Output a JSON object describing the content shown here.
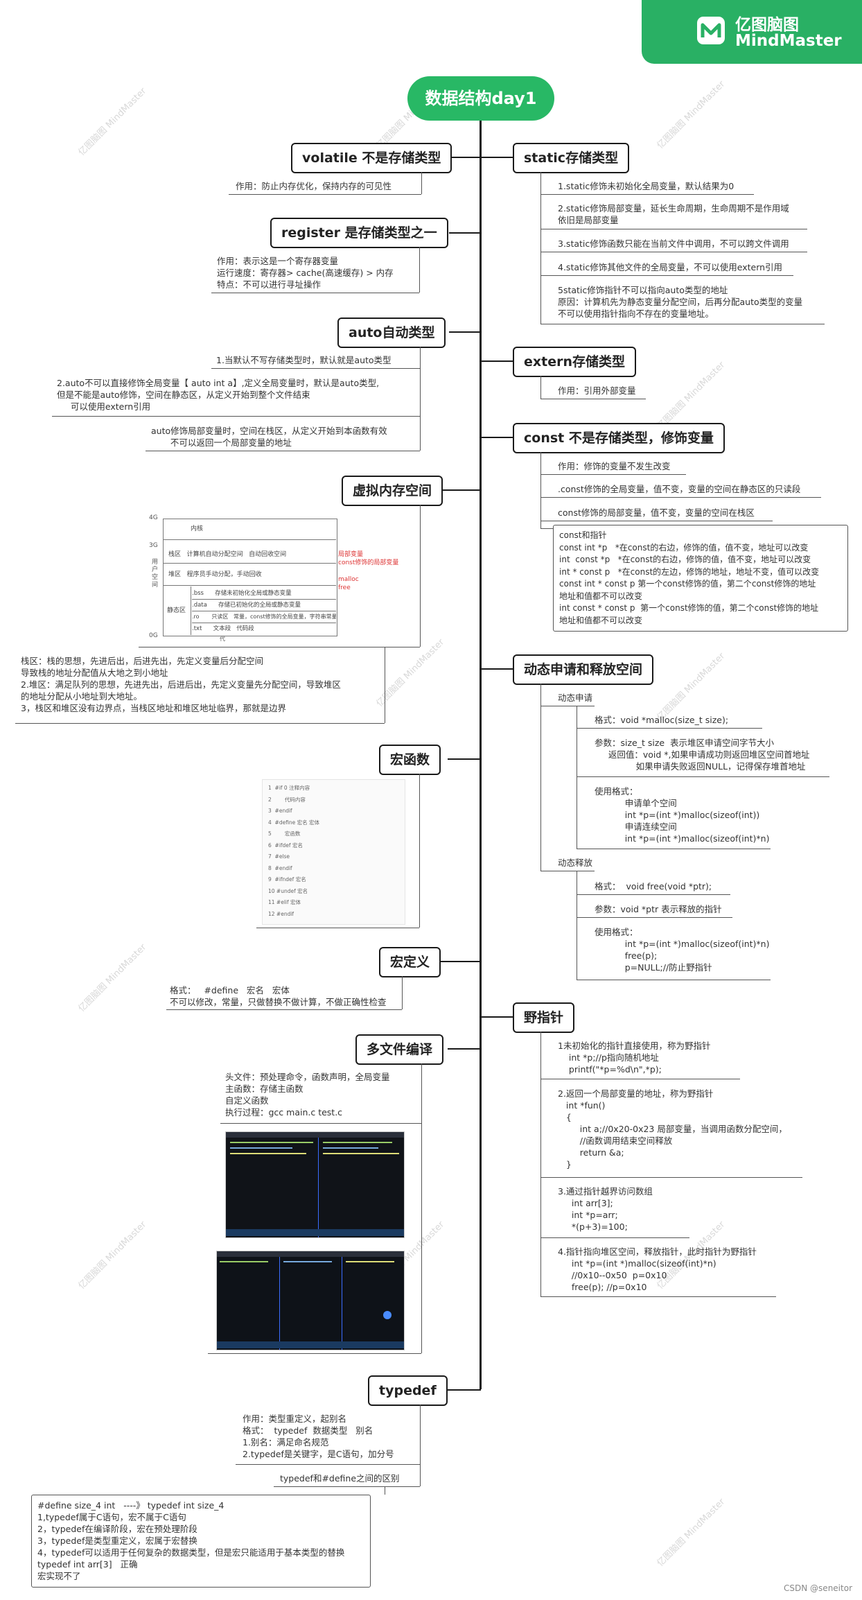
{
  "brand": {
    "cn": "亿图脑图",
    "en": "MindMaster"
  },
  "watermark": "亿图脑图 MindMaster",
  "root": "数据结构day1",
  "left": {
    "volatile": {
      "title": "volatile 不是存储类型",
      "leaves": [
        "作用：防止内存优化，保持内存的可见性"
      ]
    },
    "register": {
      "title": "register  是存储类型之一",
      "leaves": [
        "作用：表示这是一个寄存器变量\n运行速度：寄存器> cache(高速缓存) > 内存\n特点：不可以进行寻址操作"
      ]
    },
    "auto": {
      "title": "auto自动类型",
      "leaves": [
        "1.当默认不写存储类型时，默认就是auto类型",
        "2.auto不可以直接修饰全局变量【 auto int a】,定义全局变量时，默认是auto类型,\n但是不能是auto修饰，空间在静态区，从定义开始到整个文件结束\n     可以使用extern引用",
        "auto修饰局部变量时，空间在栈区，从定义开始到本函数有效\n       不可以返回一个局部变量的地址"
      ]
    },
    "virtual": {
      "title": "虚拟内存空间",
      "leaves": [
        "栈区：栈的思想，先进后出，后进先出，先定义变量后分配空间\n导致栈的地址分配值从大地之到小地址\n2.堆区：满足队列的思想，先进先出，后进后出，先定义变量先分配空间，导致堆区\n的地址分配从小地址到大地址。\n3，栈区和堆区没有边界点，当栈区地址和堆区地址临界，那就是边界"
      ]
    },
    "macrofunc": {
      "title": "宏函数"
    },
    "macrodef": {
      "title": "宏定义",
      "leaves": [
        "格式：   #define   宏名   宏体\n不可以修改，常量，只做替换不做计算，不做正确性检查"
      ]
    },
    "multifile": {
      "title": "多文件编译",
      "leaves": [
        "头文件：预处理命令，函数声明，全局变量\n主函数：存储主函数\n自定义函数\n执行过程：gcc main.c test.c"
      ]
    },
    "typedef": {
      "title": "typedef",
      "leaves": [
        "作用：类型重定义，起别名\n格式：  typedef  数据类型   别名\n1.别名：满足命名规范\n2.typedef是关键字，是C语句，加分号",
        "typedef和#define之间的区别"
      ],
      "box": "#define size_4 int   ----》 typedef int size_4\n1,typedef属于C语句，宏不属于C语句\n2，typedef在编译阶段，宏在预处理阶段\n3，typedef是类型重定义，宏属于宏替换\n4，typedef可以适用于任何复杂的数据类型，但是宏只能适用于基本类型的替换\ntypedef int arr[3]   正确\n宏实现不了"
    }
  },
  "memory_diagram": {
    "addr_top": "4G",
    "addr_mid": "3G",
    "addr_bottom": "0G",
    "side_label": "用\n户\n空\n间",
    "rows": [
      "内核",
      "栈区   计算机自动分配空间   自动回收空间",
      "堆区   程序员手动分配，手动回收",
      ".bss      存储未初始化全局或静态变量",
      ".data      存储已初始化的全局或静态变量",
      ".ro       只读区   常量，const修饰的全局变量，字符串常量",
      ".txt      文本段   代码段"
    ],
    "static_label": "静态区",
    "side_note": "局部变量\nconst修饰的局部变量",
    "malloc_note": "malloc\nfree",
    "bottom_label": "代"
  },
  "right": {
    "static": {
      "title": "static存储类型",
      "leaves": [
        "1.static修饰未初始化全局变量，默认结果为0",
        "2.static修饰局部变量，延长生命周期，生命周期不是作用域\n依旧是局部变量",
        "3.static修饰函数只能在当前文件中调用，不可以跨文件调用",
        "4.static修饰其他文件的全局变量，不可以使用extern引用",
        "5static修饰指针不可以指向auto类型的地址\n原因：计算机先为静态变量分配空间，后再分配auto类型的变量\n不可以使用指针指向不存在的变量地址。"
      ]
    },
    "extern": {
      "title": "extern存储类型",
      "leaves": [
        "作用：引用外部变量"
      ]
    },
    "const": {
      "title": "const   不是存储类型，修饰变量",
      "leaves": [
        "作用：修饰的变量不发生改变",
        ".const修饰的全局变量，值不变，变量的空间在静态区的只读段",
        "const修饰的局部变量，值不变，变量的空间在栈区"
      ],
      "box": "const和指针\nconst int *p   *在const的右边，修饰的值，值不变，地址可以改变\nint  const *p   *在const的右边，修饰的值，值不变，地址可以改变\nint * const p   *在const的左边，修饰的地址，地址不变，值可以改变\nconst int * const p 第一个const修饰的值，第二个const修饰的地址\n地址和值都不可以改变\nint const * const p  第一个const修饰的值，第二个const修饰的地址\n地址和值都不可以改变"
    },
    "dynamic": {
      "title": "动态申请和释放空间",
      "sub1": "动态申请",
      "sub1_leaves": [
        "格式：void *malloc(size_t size);",
        "参数：size_t size  表示堆区申请空间字节大小\n     返回值：void *,如果申请成功则返回堆区空间首地址\n               如果申请失败返回NULL，记得保存堆首地址",
        "使用格式：\n           申请单个空间\n           int *p=(int *)malloc(sizeof(int))\n           申请连续空间\n           int *p=(int *)malloc(sizeof(int)*n)"
      ],
      "sub2": "动态释放",
      "sub2_leaves": [
        "格式：  void free(void *ptr);",
        "参数：void *ptr 表示释放的指针",
        "使用格式：\n           int *p=(int *)malloc(sizeof(int)*n)\n           free(p);\n           p=NULL;//防止野指针"
      ]
    },
    "wild": {
      "title": "野指针",
      "leaves": [
        "1未初始化的指针直接使用，称为野指针\n    int *p;//p指向随机地址\n    printf(\"*p=%d\\n\",*p);",
        "2.返回一个局部变量的地址，称为野指针\n   int *fun()\n   {\n        int a;//0x20-0x23 局部变量，当调用函数分配空间，\n        //函数调用结束空间释放\n        return &a;\n   }",
        "3.通过指针越界访问数组\n     int arr[3];\n     int *p=arr;\n     *(p+3)=100;",
        "4.指针指向堆区空间，释放指针，此时指针为野指针\n     int *p=(int *)malloc(sizeof(int)*n)\n     //0x10--0x50  p=0x10\n     free(p); //p=0x10"
      ]
    }
  },
  "code_snippet": [
    "1  #if 0 注释内容",
    "2        代码内容",
    "3  #endif",
    "4  #define 宏名 宏体",
    "5        宏函数",
    "6  #ifdef 宏名",
    "7  #else",
    "8  #endif",
    "9  #ifndef 宏名",
    "10 #undef 宏名",
    "11 #elif 宏体",
    "12 #endif"
  ],
  "footer": "CSDN @seneitor"
}
